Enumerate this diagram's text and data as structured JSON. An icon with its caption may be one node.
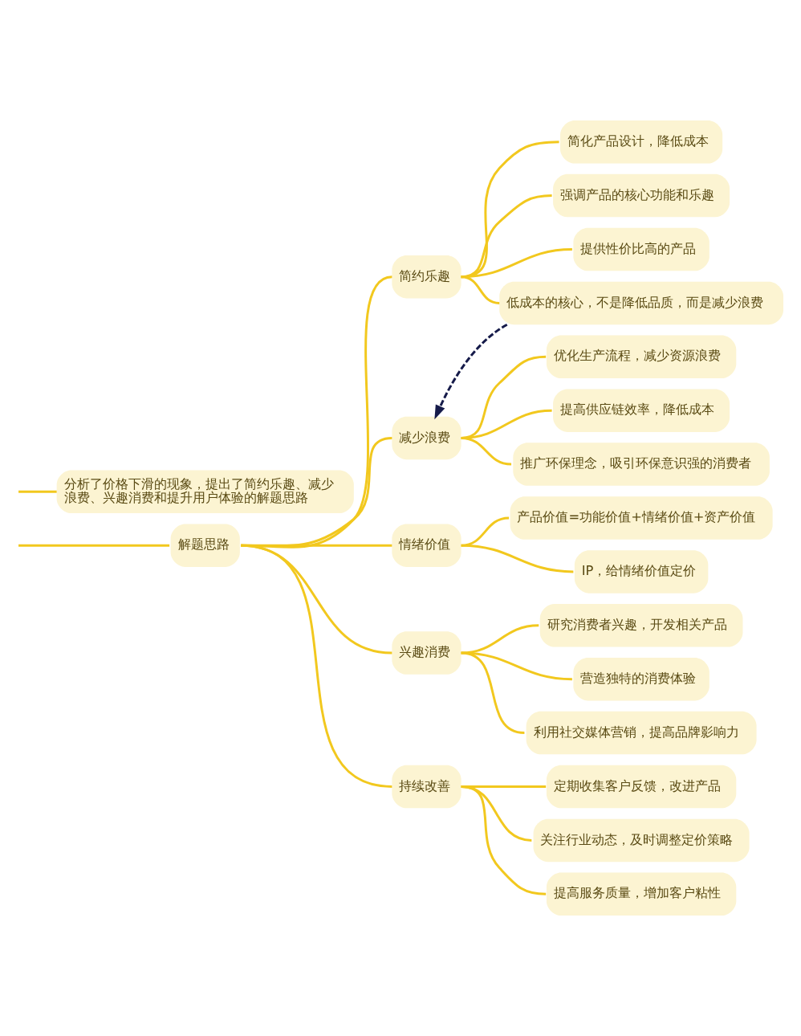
{
  "diagram": {
    "nodes": [
      {
        "text": [
          "分析了价格下滑的现象，提出了简约乐趣、减少浪费、兴趣消费和提升用户体验的解题思路"
        ]
      },
      {
        "text": [
          "解题思路"
        ]
      },
      {
        "text": [
          "简约乐趣"
        ]
      },
      {
        "text": [
          "简化产品设计，降低成本"
        ]
      },
      {
        "text": [
          "强调产品的核心功能和乐趣"
        ]
      },
      {
        "text": [
          "提供性价比高的产品"
        ]
      },
      {
        "text": [
          "低成本的核心，不是降低品质，而是减少浪费"
        ]
      },
      {
        "text": [
          "减少浪费"
        ]
      },
      {
        "text": [
          "优化生产流程，减少资源浪费"
        ]
      },
      {
        "text": [
          "提高供应链效率，降低成本"
        ]
      },
      {
        "text": [
          "推广环保理念，吸引环保意识强的消费者"
        ]
      },
      {
        "text": [
          "情绪价值"
        ]
      },
      {
        "text": [
          "产品价值=功能价值+情绪价值+资产价值"
        ]
      },
      {
        "text": [
          "IP，给情绪价值定价"
        ]
      },
      {
        "text": [
          "兴趣消费"
        ]
      },
      {
        "text": [
          "研究消费者兴趣，开发相关产品"
        ]
      },
      {
        "text": [
          "营造独特的消费体验"
        ]
      },
      {
        "text": [
          "利用社交媒体营销，提高品牌影响力"
        ]
      },
      {
        "text": [
          "持续改善"
        ]
      },
      {
        "text": [
          "定期收集客户反馈，改进产品"
        ]
      },
      {
        "text": [
          "关注行业动态，及时调整定价策略"
        ]
      },
      {
        "text": [
          "提高服务质量，增加客户粘性"
        ]
      }
    ],
    "edges": [
      {
        "from": null,
        "to": 0,
        "arrow": "none"
      },
      {
        "from": null,
        "to": 1,
        "arrow": "none"
      },
      {
        "from": 1,
        "to": 2,
        "arrow": "none"
      },
      {
        "from": 1,
        "to": 7,
        "arrow": "none"
      },
      {
        "from": 1,
        "to": 11,
        "arrow": "none"
      },
      {
        "from": 1,
        "to": 14,
        "arrow": "none"
      },
      {
        "from": 1,
        "to": 18,
        "arrow": "none"
      },
      {
        "from": 2,
        "to": 3,
        "arrow": "none"
      },
      {
        "from": 2,
        "to": 4,
        "arrow": "none"
      },
      {
        "from": 2,
        "to": 5,
        "arrow": "none"
      },
      {
        "from": 2,
        "to": 6,
        "arrow": "none"
      },
      {
        "from": 7,
        "to": 8,
        "arrow": "none"
      },
      {
        "from": 7,
        "to": 9,
        "arrow": "none"
      },
      {
        "from": 7,
        "to": 10,
        "arrow": "none"
      },
      {
        "from": 11,
        "to": 12,
        "arrow": "none"
      },
      {
        "from": 11,
        "to": 13,
        "arrow": "none"
      },
      {
        "from": 14,
        "to": 15,
        "arrow": "none"
      },
      {
        "from": 14,
        "to": 16,
        "arrow": "none"
      },
      {
        "from": 14,
        "to": 17,
        "arrow": "none"
      },
      {
        "from": 18,
        "to": 19,
        "arrow": "none"
      },
      {
        "from": 18,
        "to": 20,
        "arrow": "none"
      },
      {
        "from": 18,
        "to": 21,
        "arrow": "none"
      },
      {
        "from": 6,
        "to": 7,
        "arrow": "to",
        "style": "dashed",
        "color": "#161b4a"
      }
    ]
  }
}
